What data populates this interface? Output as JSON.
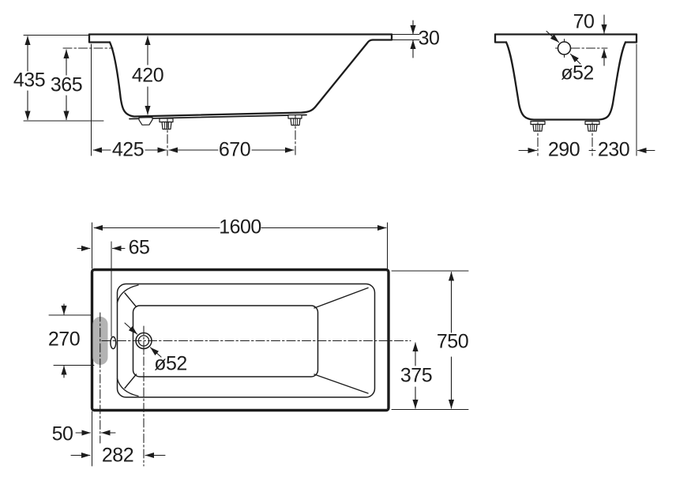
{
  "colors": {
    "line": "#1c1c1c",
    "background": "#ffffff",
    "grip_fill": "#b3b3b3"
  },
  "side_view": {
    "overall_height": "435",
    "water_depth": "365",
    "inner_depth": "420",
    "rim_thickness": "30",
    "edge_to_front_foot": "425",
    "foot_spacing": "670"
  },
  "end_view": {
    "rim_to_drain_drop": "70",
    "drain_diameter": "ø52",
    "foot_spacing": "290",
    "foot_to_edge": "230"
  },
  "plan_view": {
    "overall_length": "1600",
    "edge_to_overflow": "65",
    "grip_length": "270",
    "drain_diameter": "ø52",
    "overall_width": "750",
    "centerline_to_edge": "375",
    "edge_to_grip_center": "50",
    "edge_to_drain_center": "282"
  }
}
